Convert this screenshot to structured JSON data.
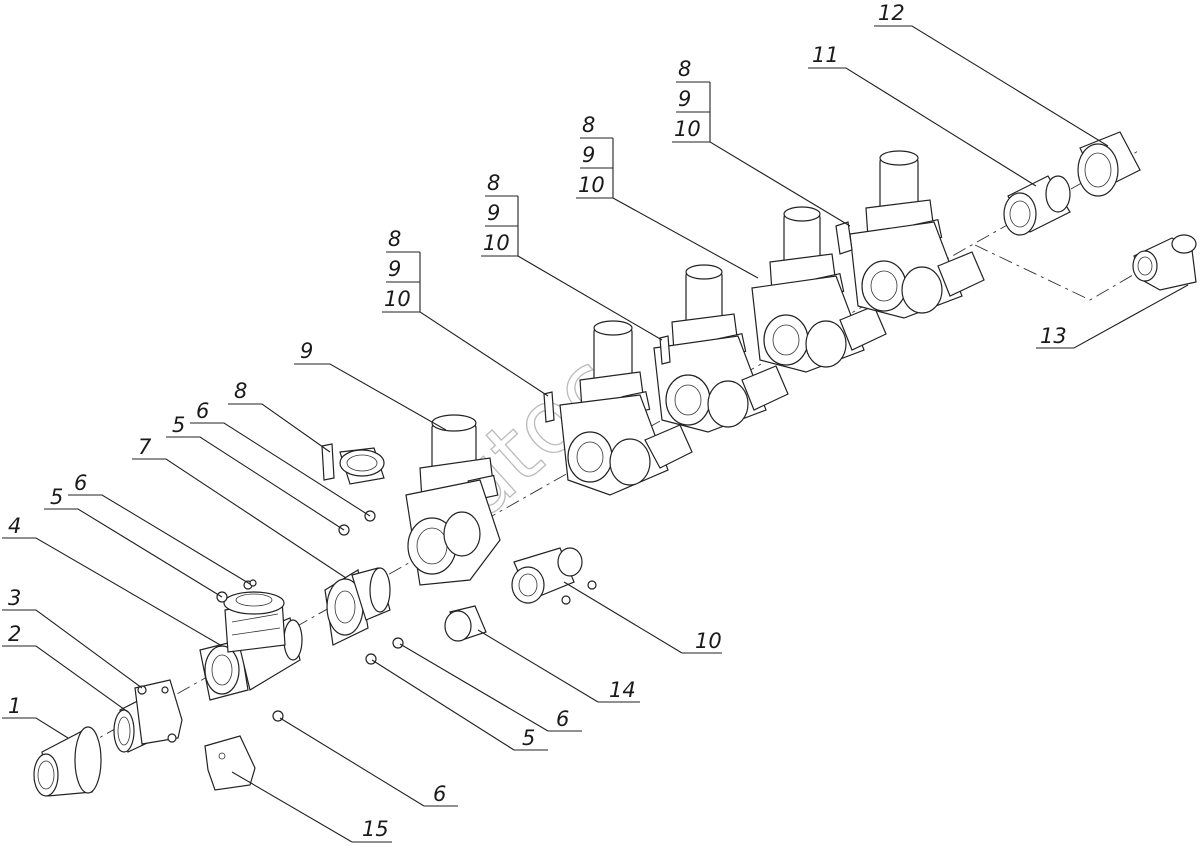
{
  "diagram": {
    "watermark": "autoc",
    "callouts": [
      {
        "id": "c1",
        "lines": [
          "1"
        ]
      },
      {
        "id": "c2",
        "lines": [
          "2"
        ]
      },
      {
        "id": "c3",
        "lines": [
          "3"
        ]
      },
      {
        "id": "c4",
        "lines": [
          "4"
        ]
      },
      {
        "id": "c5a",
        "lines": [
          "5"
        ]
      },
      {
        "id": "c6a",
        "lines": [
          "6"
        ]
      },
      {
        "id": "c7",
        "lines": [
          "7"
        ]
      },
      {
        "id": "c5b",
        "lines": [
          "5"
        ]
      },
      {
        "id": "c6b",
        "lines": [
          "6"
        ]
      },
      {
        "id": "c8",
        "lines": [
          "8"
        ]
      },
      {
        "id": "c9",
        "lines": [
          "9"
        ]
      },
      {
        "id": "s1",
        "lines": [
          "8",
          "9",
          "10"
        ]
      },
      {
        "id": "s2",
        "lines": [
          "8",
          "9",
          "10"
        ]
      },
      {
        "id": "s3",
        "lines": [
          "8",
          "9",
          "10"
        ]
      },
      {
        "id": "s4",
        "lines": [
          "8",
          "9",
          "10"
        ]
      },
      {
        "id": "c11",
        "lines": [
          "11"
        ]
      },
      {
        "id": "c12",
        "lines": [
          "12"
        ]
      },
      {
        "id": "c13",
        "lines": [
          "13"
        ]
      },
      {
        "id": "c10",
        "lines": [
          "10"
        ]
      },
      {
        "id": "c14",
        "lines": [
          "14"
        ]
      },
      {
        "id": "c6c",
        "lines": [
          "6"
        ]
      },
      {
        "id": "c5c",
        "lines": [
          "5"
        ]
      },
      {
        "id": "c6d",
        "lines": [
          "6"
        ]
      },
      {
        "id": "c15",
        "lines": [
          "15"
        ]
      }
    ]
  }
}
